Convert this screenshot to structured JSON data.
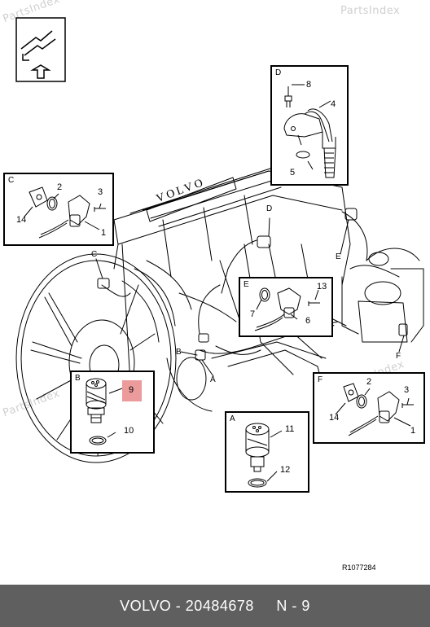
{
  "watermarks": [
    "PartsIndex",
    "PartsIndex",
    "PartsIndex",
    "PartsIndex"
  ],
  "icon_box": {
    "icon": "arrow-up-icon"
  },
  "insets": {
    "D": {
      "letter": "D",
      "callouts": [
        "8",
        "4",
        "5"
      ]
    },
    "C": {
      "letter": "C",
      "callouts": [
        "2",
        "3",
        "14",
        "1"
      ]
    },
    "E": {
      "letter": "E",
      "callouts": [
        "13",
        "7",
        "6"
      ]
    },
    "B": {
      "letter": "B",
      "callouts": [
        "9",
        "10"
      ]
    },
    "A": {
      "letter": "A",
      "callouts": [
        "11",
        "12"
      ]
    },
    "F": {
      "letter": "F",
      "callouts": [
        "2",
        "3",
        "14",
        "1"
      ]
    }
  },
  "engine_labels": {
    "D": "D",
    "C": "C",
    "E": "E",
    "B": "B",
    "A": "A",
    "F": "F"
  },
  "brand": "VOLVO",
  "reference": "R1077284",
  "footer": {
    "brand": "VOLVO",
    "separator": "-",
    "part_number": "20484678",
    "position": "N - 9"
  },
  "colors": {
    "highlight": "#e8898a",
    "footer_bg": "#5f5f5f"
  }
}
